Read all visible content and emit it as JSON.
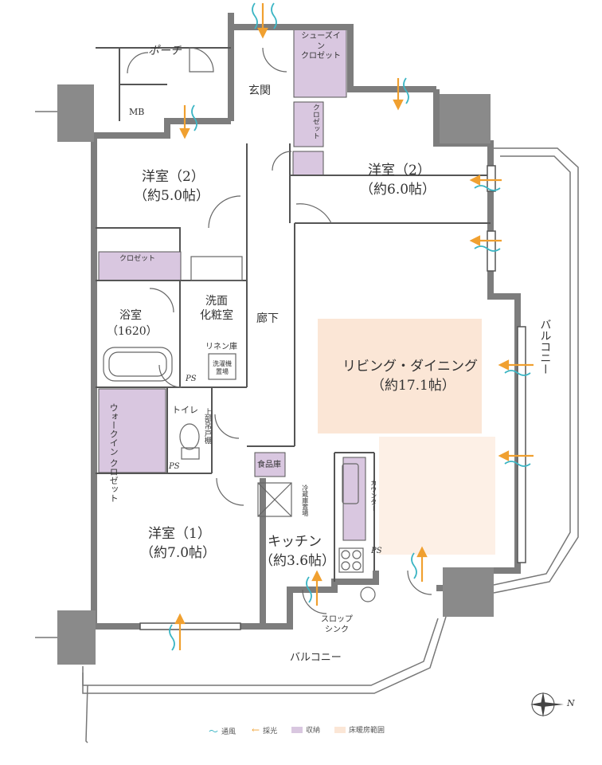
{
  "rooms": {
    "porch": "ポーチ",
    "entrance": "玄関",
    "mb": "MB",
    "shoes_closet": "シューズイン\nクロゼット",
    "closet_entrance": "クロゼット",
    "western2_left_name": "洋室（2）",
    "western2_left_area": "（約5.0帖）",
    "western2_right_name": "洋室（2）",
    "western2_right_area": "（約6.0帖）",
    "closet_wr2": "クロゼット",
    "bath_name": "浴室",
    "bath_size": "（1620）",
    "washroom": "洗面\n化粧室",
    "linen": "リネン庫",
    "washer": "洗濯機\n置場",
    "ps_bath": "PS",
    "corridor": "廊下",
    "living_name": "リビング・ダイニング",
    "living_area": "（約17.1帖）",
    "balcony_east": "バルコニー",
    "walk_in_closet": "ウォークイン\nクロゼット",
    "toilet": "トイレ",
    "upper_shelf": "上部吊戸棚",
    "ps_toilet": "PS",
    "pantry": "食品庫",
    "fridge": "冷蔵庫置場",
    "counter": "カウンター",
    "western1_name": "洋室（1）",
    "western1_area": "（約7.0帖）",
    "kitchen_name": "キッチン",
    "kitchen_area": "（約3.6帖）",
    "ps_kitchen": "PS",
    "slop_sink": "スロップ\nシンク",
    "balcony_south": "バルコニー"
  },
  "legend": [
    {
      "label": "通風",
      "kind": "wind",
      "color": "#3bb5c4"
    },
    {
      "label": "採光",
      "kind": "light",
      "color": "#f0a030"
    },
    {
      "label": "収納",
      "kind": "storage",
      "color": "#d9c7e0"
    },
    {
      "label": "床暖房範囲",
      "kind": "floorheat",
      "color": "#fbe6d6"
    }
  ],
  "compass": "N",
  "colors": {
    "wall": "#7d7d7d",
    "line": "#555555",
    "storage": "#d9c7e0",
    "heat": "#fbe6d6",
    "heat_border": "#f2d2bd",
    "light": "#f0a030",
    "wind": "#3bb5c4"
  }
}
